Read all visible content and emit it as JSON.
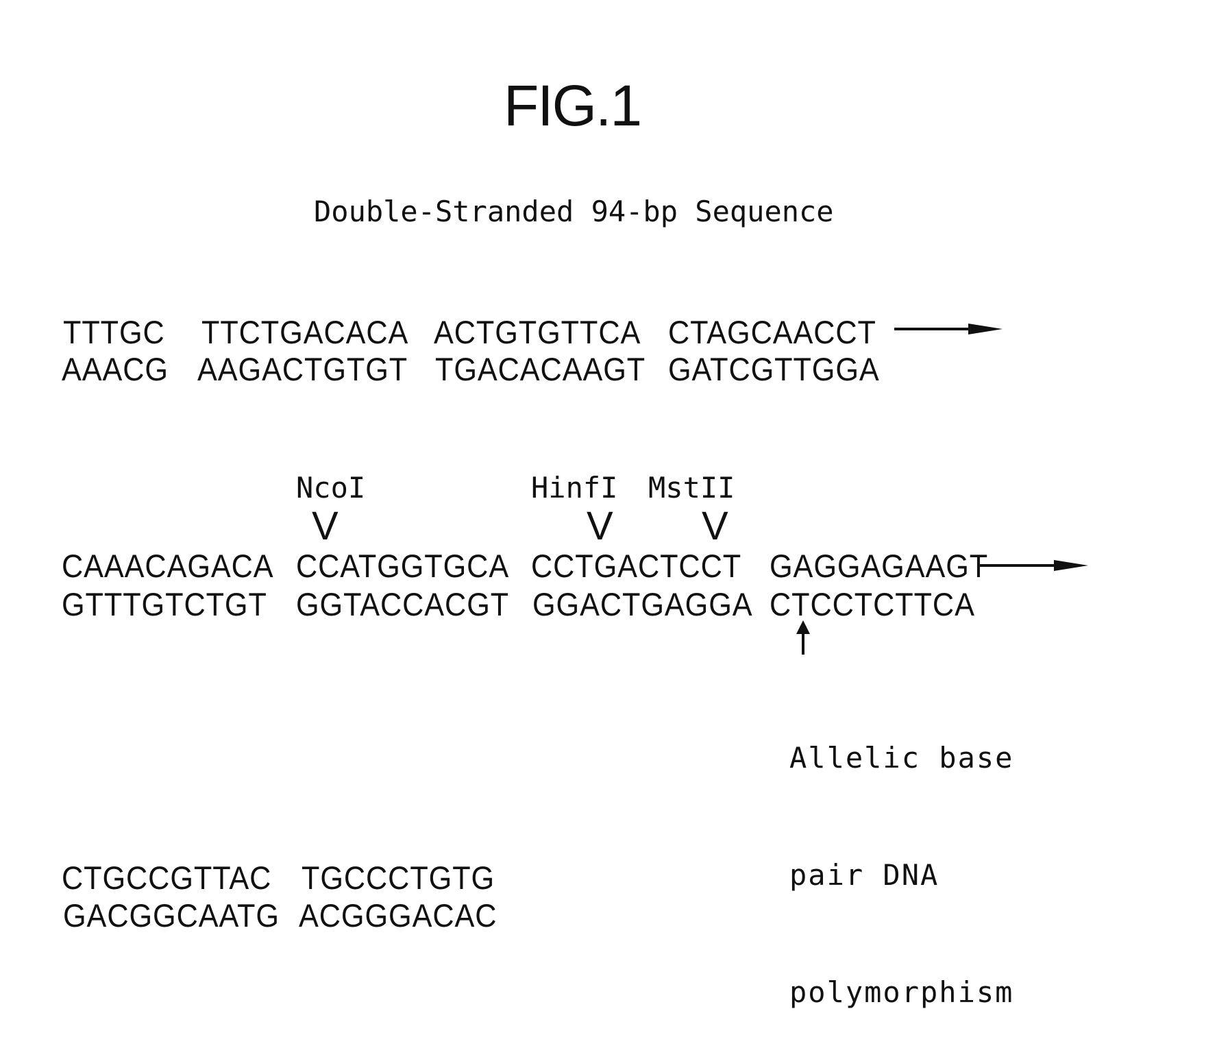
{
  "figure": {
    "title": "FIG.1",
    "subtitle": "Double-Stranded 94-bp Sequence"
  },
  "row1": {
    "top": [
      "TTTGC",
      "TTCTGACACA",
      "ACTGTGTTCA",
      "CTAGCAACCT"
    ],
    "bottom": [
      "AAACG",
      "AAGACTGTGT",
      "TGACACAAGT",
      "GATCGTTGGA"
    ]
  },
  "row2": {
    "top": [
      "CAAACAGACA",
      "CCATGGTGCA",
      "CCTGACTCCT",
      "GAGGAGAAGT"
    ],
    "bottom": [
      "GTTTGTCTGT",
      "GGTACCACGT",
      "GGACTGAGGA",
      "CTCCTCTTCA"
    ]
  },
  "row3": {
    "top": [
      "CTGCCGTTAC",
      "TGCCCTGTG"
    ],
    "bottom": [
      "GACGGCAATG",
      "ACGGGACAC"
    ]
  },
  "restriction_sites": [
    {
      "name": "NcoI",
      "marker": "V"
    },
    {
      "name": "HinfI",
      "marker": "V"
    },
    {
      "name": "MstII",
      "marker": "V"
    }
  ],
  "annotation": {
    "lines": [
      "Allelic base",
      "pair DNA",
      "polymorphism"
    ]
  },
  "icons": {
    "strand_arrow": "right-arrow-icon",
    "pointer_arrow": "up-arrow-icon"
  }
}
